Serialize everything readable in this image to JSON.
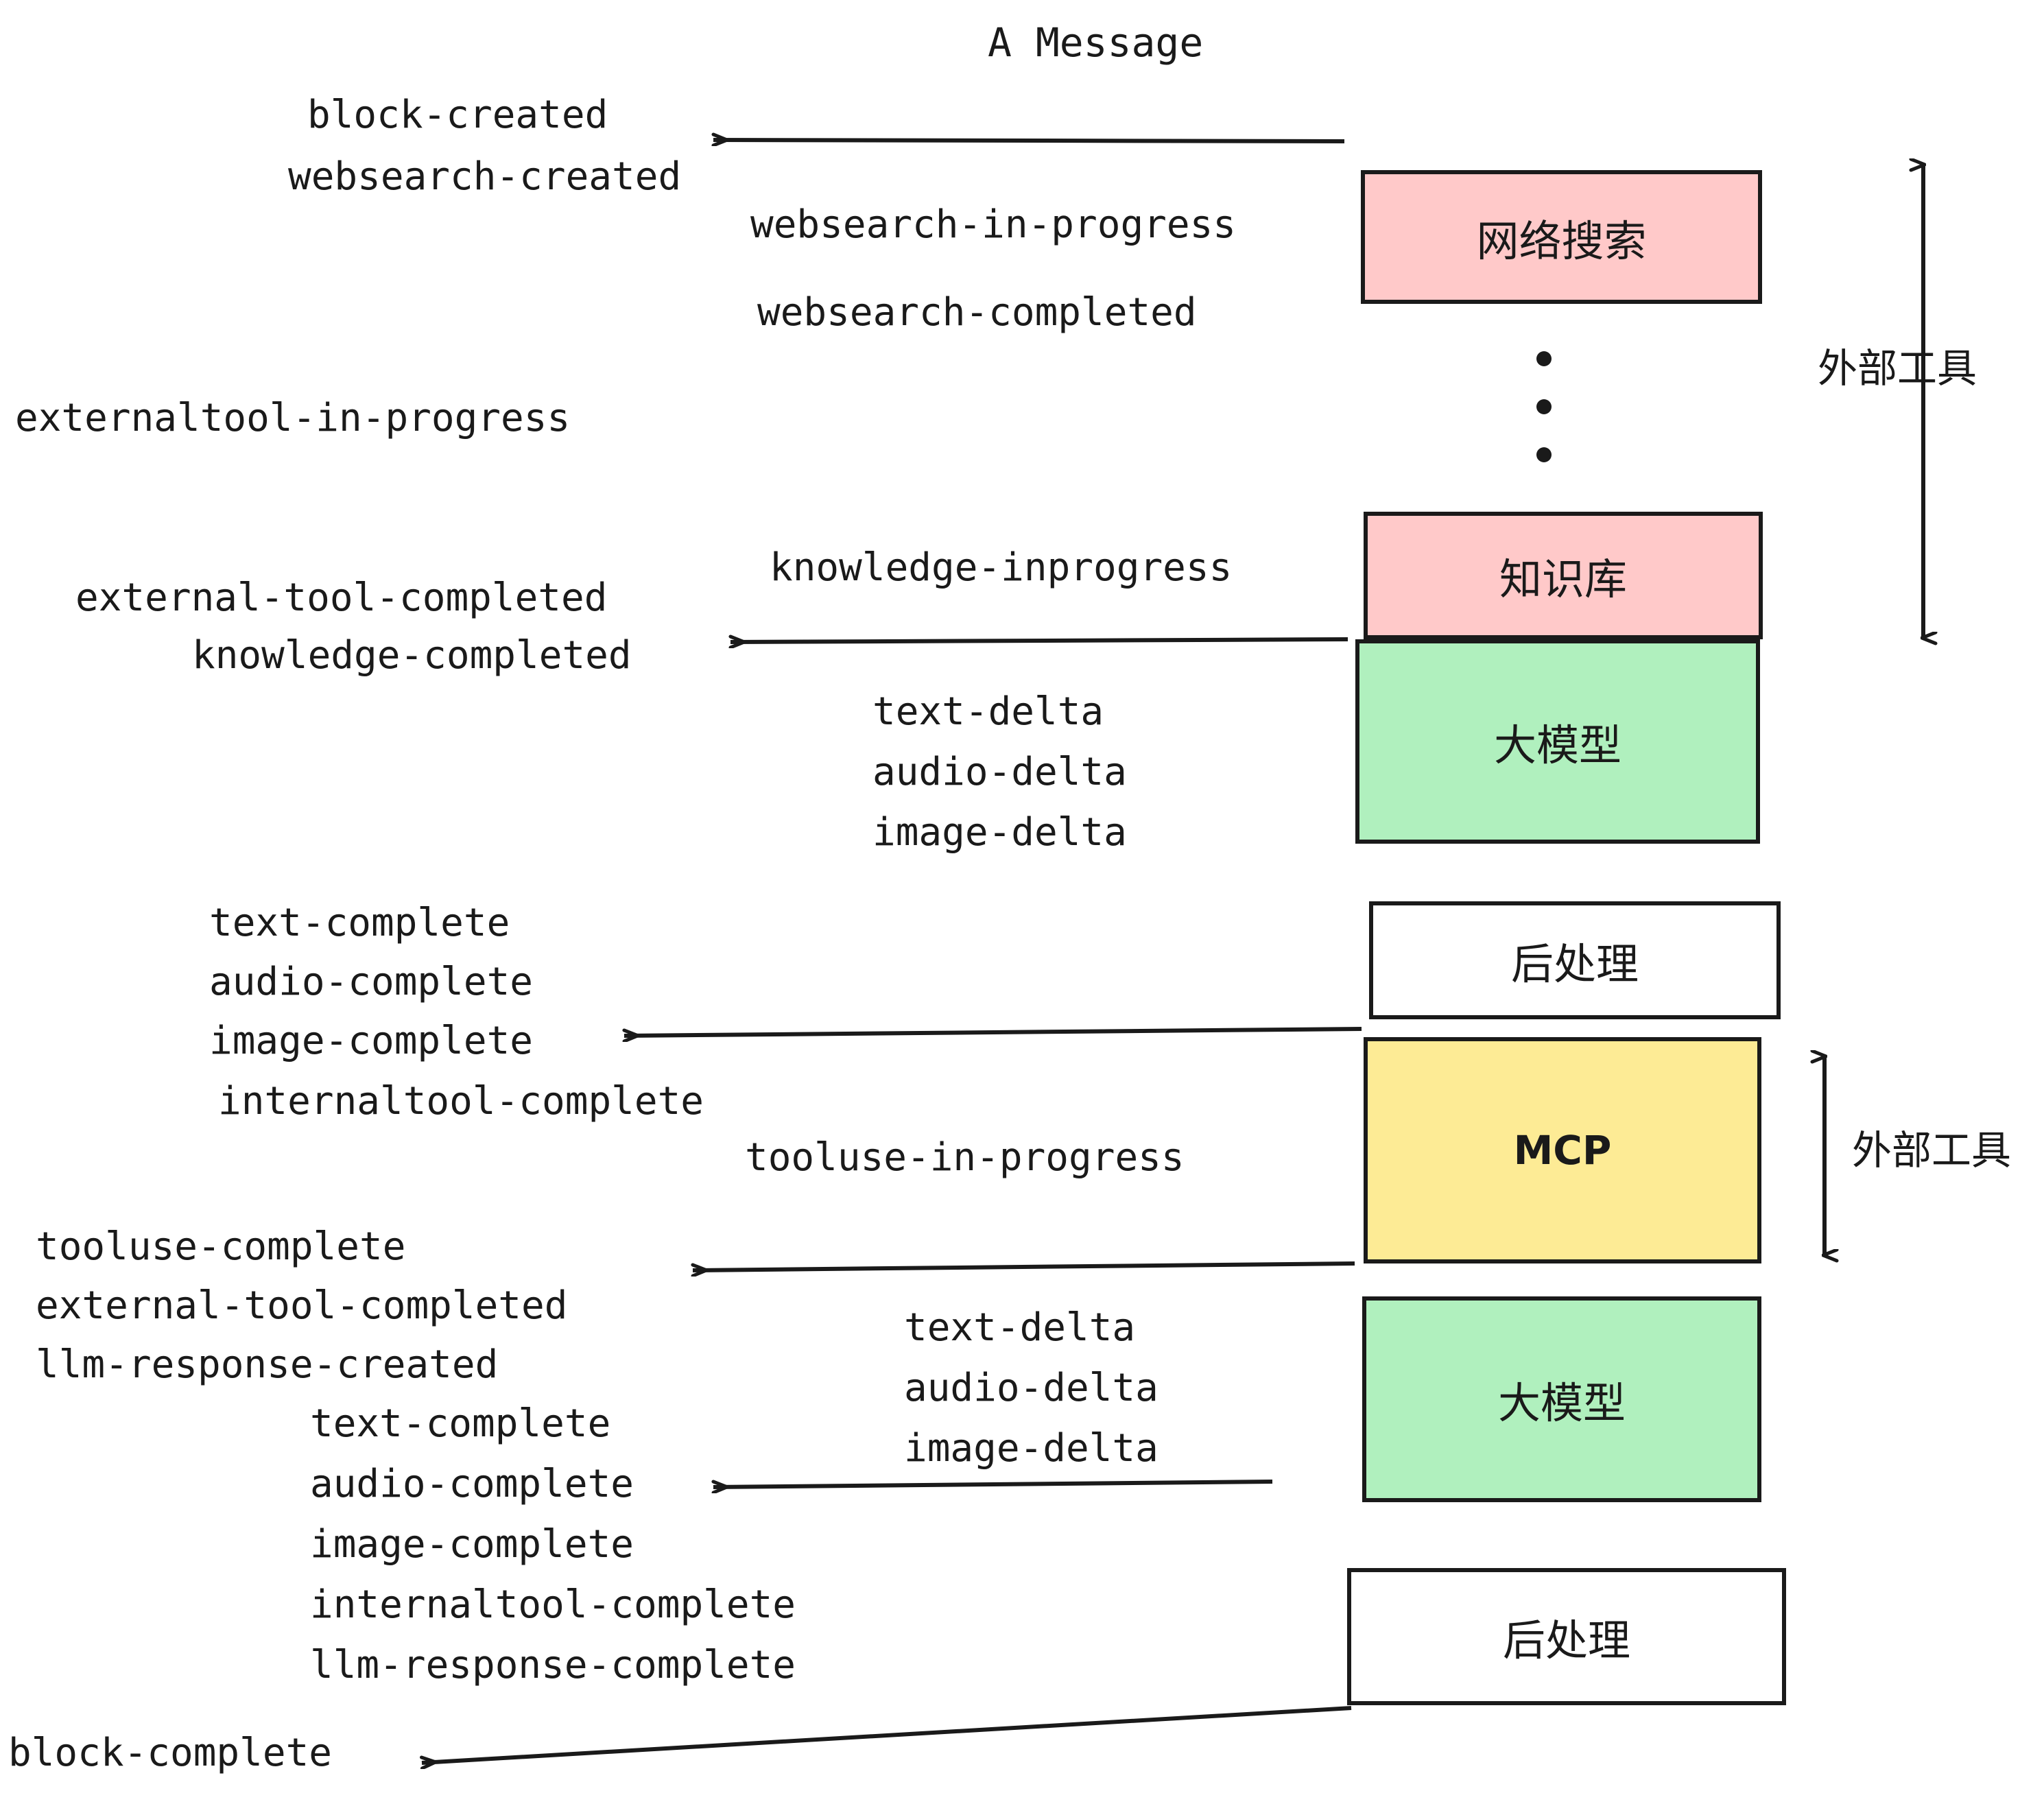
{
  "diagram": {
    "title": "A Message",
    "background": "#ffffff",
    "stroke": "#1a1a1a",
    "colors": {
      "pink": "#FFC9C9",
      "green": "#B0F0BE",
      "yellow": "#FDEB95",
      "white": "#ffffff",
      "text": "#1a1a1a"
    }
  },
  "nodes": [
    {
      "id": "websearch",
      "label": "网络搜索",
      "fill": "#FFC9C9"
    },
    {
      "id": "knowledge",
      "label": "知识库",
      "fill": "#FFC9C9"
    },
    {
      "id": "llm-1",
      "label": "大模型",
      "fill": "#B0F0BE"
    },
    {
      "id": "postprocess-1",
      "label": "后处理",
      "fill": "#ffffff"
    },
    {
      "id": "mcp",
      "label": "MCP",
      "fill": "#FDEB95"
    },
    {
      "id": "llm-2",
      "label": "大模型",
      "fill": "#B0F0BE"
    },
    {
      "id": "postprocess-2",
      "label": "后处理",
      "fill": "#ffffff"
    }
  ],
  "side_labels": [
    {
      "id": "external-tools-top",
      "label": "外部工具"
    },
    {
      "id": "external-tools-bottom",
      "label": "外部工具"
    }
  ],
  "events": [
    {
      "id": "block-created",
      "label": "block-created"
    },
    {
      "id": "websearch-created",
      "label": "websearch-created"
    },
    {
      "id": "websearch-in-progress",
      "label": "websearch-in-progress"
    },
    {
      "id": "websearch-completed",
      "label": "websearch-completed"
    },
    {
      "id": "externaltool-in-progress",
      "label": "externaltool-in-progress"
    },
    {
      "id": "knowledge-inprogress",
      "label": "knowledge-inprogress"
    },
    {
      "id": "external-tool-completed-1",
      "label": "external-tool-completed"
    },
    {
      "id": "knowledge-completed",
      "label": "knowledge-completed"
    },
    {
      "id": "text-delta-1",
      "label": "text-delta"
    },
    {
      "id": "audio-delta-1",
      "label": "audio-delta"
    },
    {
      "id": "image-delta-1",
      "label": "image-delta"
    },
    {
      "id": "text-complete-1",
      "label": "text-complete"
    },
    {
      "id": "audio-complete-1",
      "label": "audio-complete"
    },
    {
      "id": "image-complete-1",
      "label": "image-complete"
    },
    {
      "id": "internaltool-complete-1",
      "label": "internaltool-complete"
    },
    {
      "id": "tooluse-in-progress",
      "label": "tooluse-in-progress"
    },
    {
      "id": "tooluse-complete",
      "label": "tooluse-complete"
    },
    {
      "id": "external-tool-completed-2",
      "label": "external-tool-completed"
    },
    {
      "id": "llm-response-created",
      "label": "llm-response-created"
    },
    {
      "id": "text-delta-2",
      "label": "text-delta"
    },
    {
      "id": "audio-delta-2",
      "label": "audio-delta"
    },
    {
      "id": "image-delta-2",
      "label": "image-delta"
    },
    {
      "id": "text-complete-2",
      "label": "text-complete"
    },
    {
      "id": "audio-complete-2",
      "label": "audio-complete"
    },
    {
      "id": "image-complete-2",
      "label": "image-complete"
    },
    {
      "id": "internaltool-complete-2",
      "label": "internaltool-complete"
    },
    {
      "id": "llm-response-complete",
      "label": "llm-response-complete"
    },
    {
      "id": "block-complete",
      "label": "block-complete"
    }
  ]
}
